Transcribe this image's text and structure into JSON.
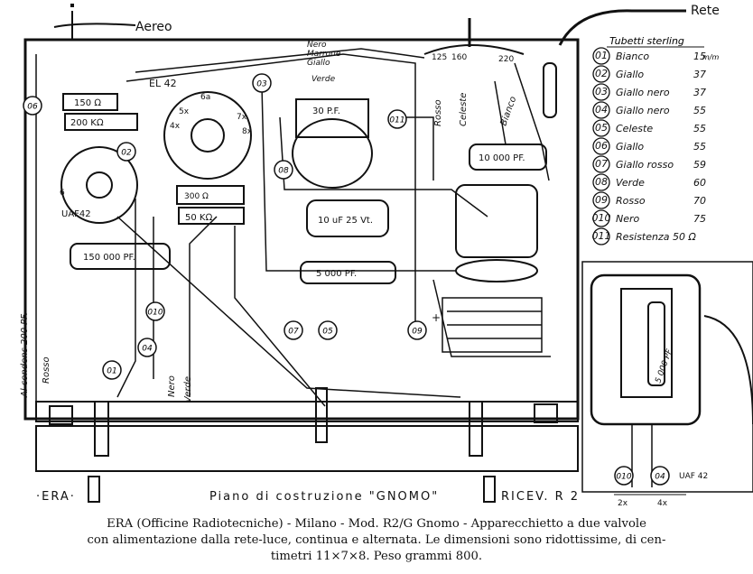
{
  "labels": {
    "aereo": "Aereo",
    "rete": "Rete",
    "el42": "EL 42",
    "uaf42": "UAF42",
    "uaf42_detail": "UAF 42",
    "nero_wire": "Nero",
    "marrone_wire": "Marrone",
    "giallo_wire": "Giallo",
    "verde_wire": "Verde",
    "rosso_vert": "Rosso",
    "celeste_vert": "Celeste",
    "bianco_vert": "Bianco",
    "volt_125": "125",
    "volt_160": "160",
    "volt_220": "220",
    "r150": "150 Ω",
    "r200k": "200 KΩ",
    "r50k": "50 KΩ",
    "c300": "300 Ω",
    "c30pf": "30 P.F.",
    "c150000": "150 000 PF.",
    "c10000": "10 000 PF.",
    "c10uf": "10 uF 25 Vt.",
    "c5000": "5 000 PF.",
    "c5000_detail": "5 000 PF.",
    "alcondens": "Al condens 200 PF.",
    "rosso_left": "Rosso",
    "nero_bottom": "Nero",
    "verde_bottom": "Verde",
    "pin_5x": "5x",
    "pin_6a": "6a",
    "pin_7x": "7x",
    "pin_4x": "4x",
    "pin_8x": "8x",
    "pin_6": "6",
    "dim_2x": "2x",
    "dim_4x": "4x",
    "plus": "+"
  },
  "wire_tags": [
    "06",
    "02",
    "03",
    "08",
    "011",
    "010",
    "04",
    "01",
    "07",
    "05",
    "09",
    "010",
    "04"
  ],
  "legend": {
    "title": "Tubetti sterling",
    "unit": "m/m",
    "items": [
      {
        "num": "01",
        "name": "Bianco",
        "value": "15"
      },
      {
        "num": "02",
        "name": "Giallo",
        "value": "37"
      },
      {
        "num": "03",
        "name": "Giallo nero",
        "value": "37"
      },
      {
        "num": "04",
        "name": "Giallo nero",
        "value": "55"
      },
      {
        "num": "05",
        "name": "Celeste",
        "value": "55"
      },
      {
        "num": "06",
        "name": "Giallo",
        "value": "55"
      },
      {
        "num": "07",
        "name": "Giallo rosso",
        "value": "59"
      },
      {
        "num": "08",
        "name": "Verde",
        "value": "60"
      },
      {
        "num": "09",
        "name": "Rosso",
        "value": "70"
      },
      {
        "num": "010",
        "name": "Nero",
        "value": "75"
      },
      {
        "num": "011",
        "name": "Resistenza 50 Ω",
        "value": ""
      }
    ]
  },
  "footer": {
    "era": "·ERA·",
    "title": "Piano di costruzione \"GNOMO\"",
    "ricev": "RICEV. R 2"
  },
  "caption": {
    "line1": "ERA (Officine Radiotecniche) - Milano - Mod. R2/G Gnomo - Apparecchietto a due valvole",
    "line2": "con alimentazione dalla rete-luce, continua e alternata. Le dimensioni sono ridottissime, di cen-",
    "line3": "timetri 11×7×8. Peso grammi 800."
  }
}
